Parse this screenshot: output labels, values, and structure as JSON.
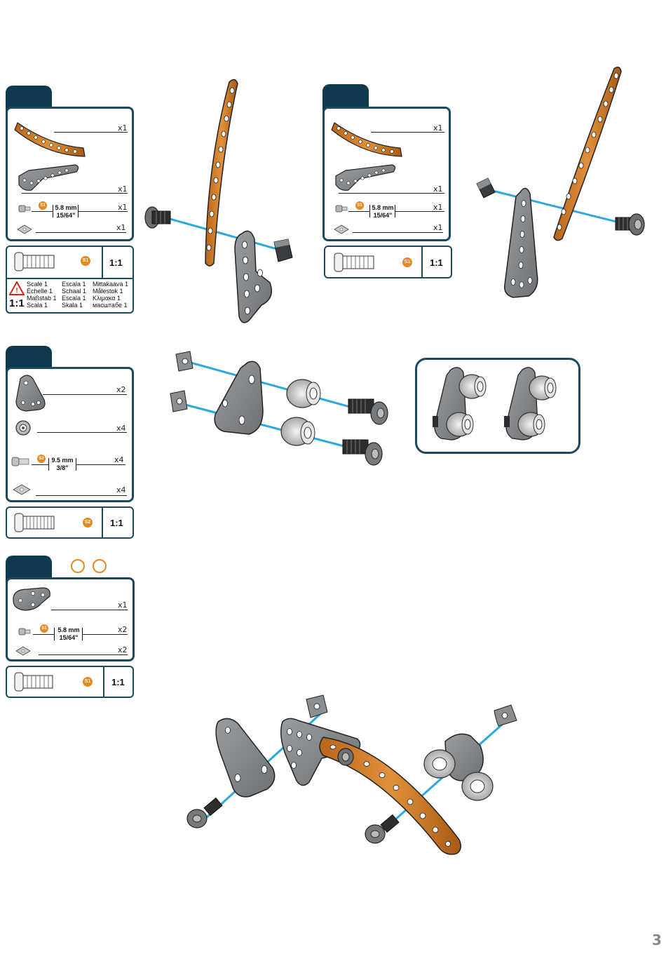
{
  "steps": [
    {
      "parts": [
        {
          "icon": "curved-strip-orange",
          "qty": "x1"
        },
        {
          "icon": "angle-plate-grey",
          "qty": "x1"
        },
        {
          "icon": "screw-icon",
          "qty": "x1",
          "badge": "S1",
          "mm": "5.8 mm",
          "inch": "15/64\""
        },
        {
          "icon": "nut-icon",
          "qty": "x1"
        }
      ],
      "scale": {
        "badge": "S1",
        "ratio": "1:1"
      },
      "scale_note": {
        "icon_text": "1:1",
        "lines": [
          [
            "Scale 1",
            "Escala 1",
            "Mittakaava 1"
          ],
          [
            "Échelle 1",
            "Schaal 1",
            "Målestok 1"
          ],
          [
            "Maßstab 1",
            "Escala 1",
            "Κλιμακα 1"
          ],
          [
            "Scala 1",
            "Skala 1",
            "масштабе 1"
          ]
        ]
      }
    },
    {
      "parts": [
        {
          "icon": "curved-strip-orange",
          "qty": "x1"
        },
        {
          "icon": "angle-plate-grey",
          "qty": "x1"
        },
        {
          "icon": "screw-icon",
          "qty": "x1",
          "badge": "S1",
          "mm": "5.8 mm",
          "inch": "15/64\""
        },
        {
          "icon": "nut-icon",
          "qty": "x1"
        }
      ],
      "scale": {
        "badge": "S1",
        "ratio": "1:1"
      }
    },
    {
      "parts": [
        {
          "icon": "triangle-plate",
          "qty": "x2"
        },
        {
          "icon": "wheel-icon",
          "qty": "x4"
        },
        {
          "icon": "screw-icon",
          "qty": "x4",
          "badge": "S2",
          "mm": "9.5 mm",
          "inch": "3/8\""
        },
        {
          "icon": "nut-icon",
          "qty": "x4"
        }
      ],
      "scale": {
        "badge": "S2",
        "ratio": "1:1"
      }
    },
    {
      "parts": [
        {
          "icon": "flat-bracket",
          "qty": "x1"
        },
        {
          "icon": "screw-icon",
          "qty": "x2",
          "badge": "S1",
          "mm": "5.8 mm",
          "inch": "15/64\""
        },
        {
          "icon": "nut-icon",
          "qty": "x2"
        }
      ],
      "scale": {
        "badge": "S1",
        "ratio": "1:1"
      }
    }
  ],
  "page_number": "3",
  "colors": {
    "tab": "#0f3a4d",
    "border": "#1a4a5c",
    "orange_part": "#d9822b",
    "grey_part": "#8a8d90",
    "guide_line": "#2ba8e0",
    "badge": "#e8891f"
  }
}
